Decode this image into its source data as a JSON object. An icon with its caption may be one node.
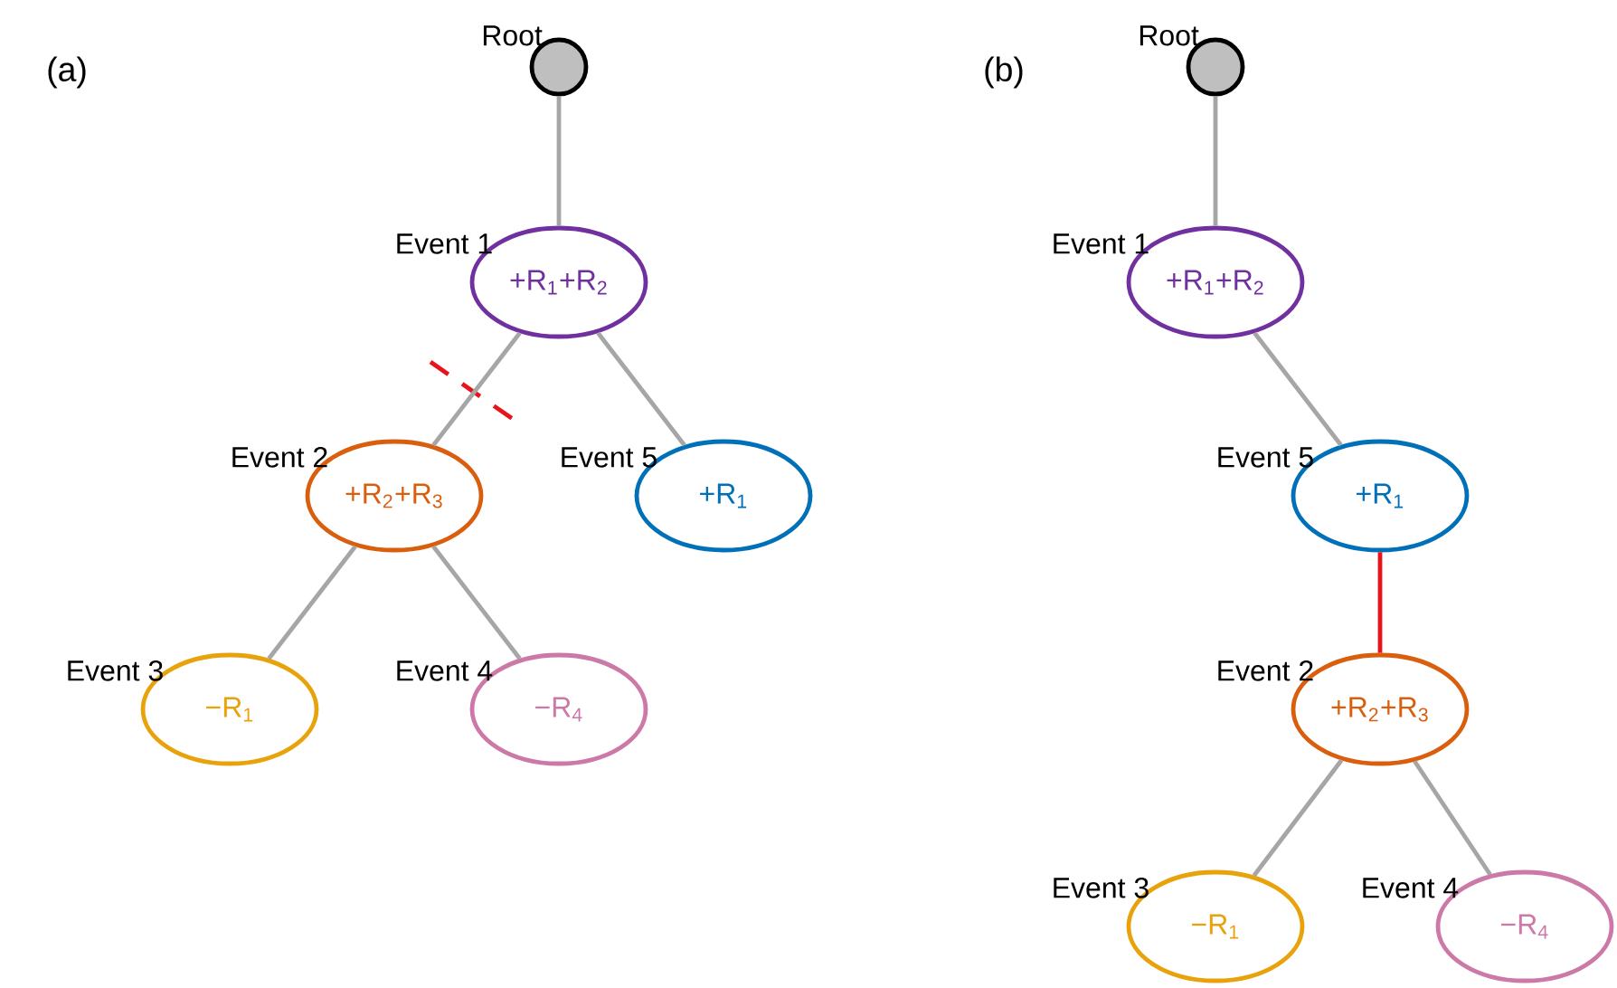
{
  "diagram": {
    "nodes": [
      {
        "text": [
          "Root"
        ]
      },
      {
        "text": [
          "Event 1",
          "+R$_{1}$+R$_{2}$"
        ]
      },
      {
        "text": [
          "Event 2",
          "+R$_{2}$+R$_{3}$"
        ]
      },
      {
        "text": [
          "Event 5",
          "+R$_{1}$"
        ]
      },
      {
        "text": [
          "Event 3",
          "−R$_{1}$"
        ]
      },
      {
        "text": [
          "Event 4",
          "−R$_{4}$"
        ]
      },
      {
        "text": [
          "Root"
        ]
      },
      {
        "text": [
          "Event 1",
          "+R$_{1}$+R$_{2}$"
        ]
      },
      {
        "text": [
          "Event 5",
          "+R$_{1}$"
        ]
      },
      {
        "text": [
          "Event 2",
          "+R$_{2}$+R$_{3}$"
        ]
      },
      {
        "text": [
          "Event 3",
          "−R$_{1}$"
        ]
      },
      {
        "text": [
          "Event 4",
          "−R$_{4}$"
        ]
      }
    ],
    "edges": [
      {
        "from": 0,
        "to": 1,
        "arrow": "none"
      },
      {
        "from": 1,
        "to": 2,
        "arrow": "none"
      },
      {
        "from": 1,
        "to": 3,
        "arrow": "none"
      },
      {
        "from": 2,
        "to": 4,
        "arrow": "none"
      },
      {
        "from": 2,
        "to": 5,
        "arrow": "none"
      },
      {
        "from": 6,
        "to": 7,
        "arrow": "none"
      },
      {
        "from": 7,
        "to": 8,
        "arrow": "none"
      },
      {
        "from": 8,
        "to": 9,
        "arrow": "none",
        "color": "#e8141c"
      },
      {
        "from": 9,
        "to": 10,
        "arrow": "none"
      },
      {
        "from": 9,
        "to": 11,
        "arrow": "none"
      }
    ],
    "labels": [
      "(a)",
      "(b)"
    ]
  }
}
